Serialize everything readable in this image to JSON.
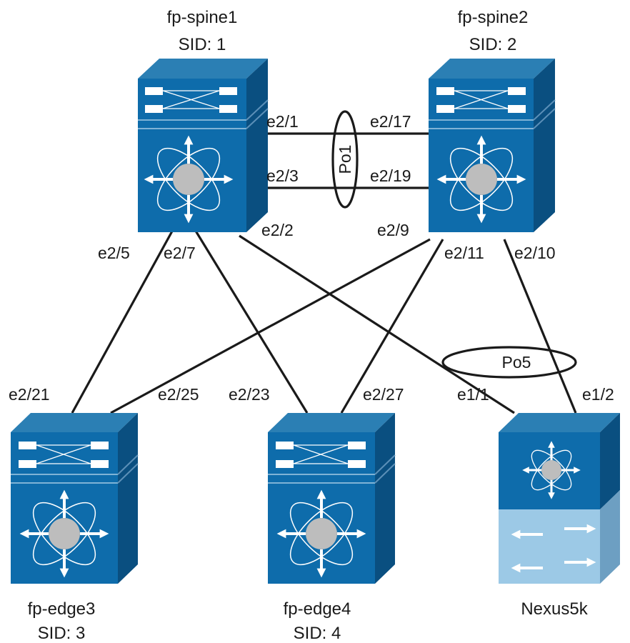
{
  "colors": {
    "switch_top": "#1f74a8",
    "switch_front": "#0e6cab",
    "switch_side": "#0a4f80",
    "nexus_lower_front": "#9cc9e6",
    "nexus_lower_side": "#6d9fc2",
    "hub": "#bdbdbd",
    "link": "#1a1a1a"
  },
  "nodes": {
    "spine1": {
      "name": "fp-spine1",
      "sid": "SID: 1",
      "icon": "nexus-7000-switch-icon"
    },
    "spine2": {
      "name": "fp-spine2",
      "sid": "SID: 2",
      "icon": "nexus-7000-switch-icon"
    },
    "edge3": {
      "name": "fp-edge3",
      "sid": "SID: 3",
      "icon": "nexus-7000-switch-icon"
    },
    "edge4": {
      "name": "fp-edge4",
      "sid": "SID: 4",
      "icon": "nexus-7000-switch-icon"
    },
    "nexus5k": {
      "name": "Nexus5k",
      "icon": "nexus-5000-switch-icon"
    }
  },
  "port_channels": {
    "po1": "Po1",
    "po5": "Po5"
  },
  "interfaces": {
    "spine1_e2_1": "e2/1",
    "spine1_e2_3": "e2/3",
    "spine1_e2_2": "e2/2",
    "spine1_e2_5": "e2/5",
    "spine1_e2_7": "e2/7",
    "spine2_e2_17": "e2/17",
    "spine2_e2_19": "e2/19",
    "spine2_e2_9": "e2/9",
    "spine2_e2_11": "e2/11",
    "spine2_e2_10": "e2/10",
    "edge3_e2_21": "e2/21",
    "edge3_e2_25": "e2/25",
    "edge4_e2_23": "e2/23",
    "edge4_e2_27": "e2/27",
    "n5k_e1_1": "e1/1",
    "n5k_e1_2": "e1/2"
  }
}
